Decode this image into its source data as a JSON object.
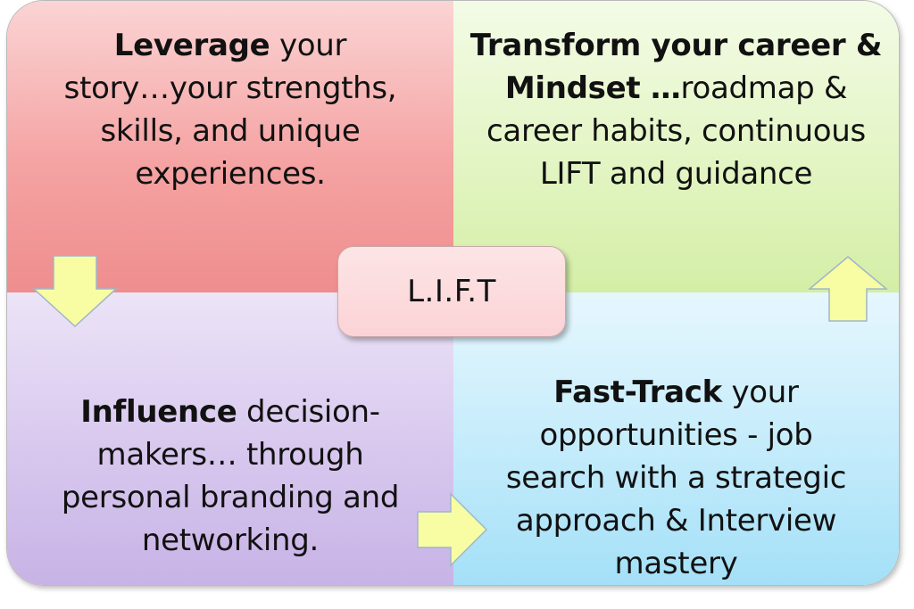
{
  "center_label": "L.I.F.T",
  "quadrants": {
    "leverage": {
      "bold": "Leverage",
      "lines": [
        " your",
        "story…your strengths,",
        "skills, and unique",
        "experiences."
      ]
    },
    "transform": {
      "bold_line1": "Transform your career &",
      "bold_line2": "Mindset …",
      "rest_line2": "roadmap &",
      "lines": [
        "career habits, continuous",
        "LIFT and guidance"
      ]
    },
    "influence": {
      "bold": "Influence",
      "rest_line1": " decision-",
      "lines": [
        "makers… through",
        "personal branding and",
        "networking."
      ]
    },
    "fasttrack": {
      "bold": "Fast-Track",
      "rest_line1": " your",
      "lines": [
        "opportunities - job",
        "search with a strategic",
        "approach & Interview",
        "mastery"
      ]
    }
  },
  "colors": {
    "leverage": "#f5a3a3",
    "transform": "#e3f5c4",
    "influence": "#d7c7ee",
    "fasttrack": "#c3ebfb",
    "arrow_fill": "#f8fca2",
    "arrow_stroke": "#9fb6c9"
  },
  "arrows": [
    "arrow-down-icon",
    "arrow-right-icon",
    "arrow-up-icon"
  ]
}
